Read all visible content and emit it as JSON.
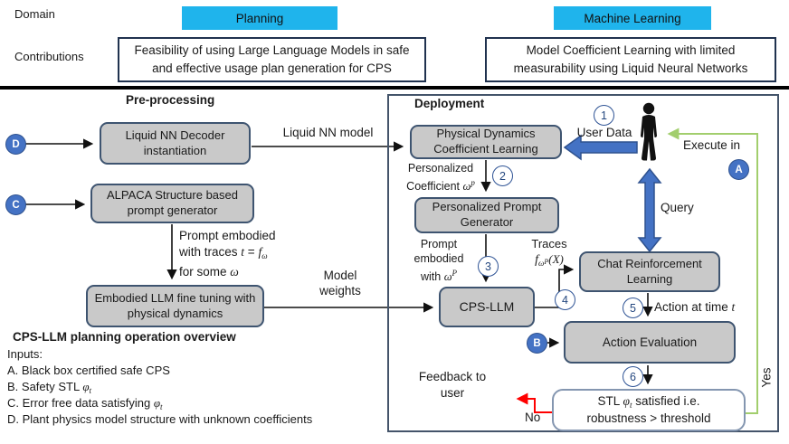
{
  "header": {
    "domain_label": "Domain",
    "contributions_label": "Contributions",
    "domain_planning": "Planning",
    "domain_ml": "Machine Learning",
    "contribution_planning": "Feasibility of using Large Language Models in safe and effective usage plan generation for CPS",
    "contribution_ml": "Model Coefficient Learning with limited measurability using Liquid Neural Networks"
  },
  "colors": {
    "cyan": "#1FB4EC",
    "box_gray": "#C9C9C9",
    "box_border": "#3E5470",
    "accent_blue": "#4472C4",
    "green": "#A2CE6D",
    "red": "#FF0000"
  },
  "preprocessing": {
    "title": "Pre-processing",
    "circle_d": "D",
    "circle_c": "C",
    "decoder_box": "Liquid NN Decoder instantiation",
    "alpaca_box": "ALPACA Structure based prompt generator",
    "embodied_box": "Embodied LLM fine tuning with physical dynamics",
    "liquid_nn_model_label": "Liquid NN model",
    "prompt_line1": "Prompt embodied",
    "prompt_line2_pre": "with traces ",
    "prompt_line2_t": "t",
    "prompt_line2_eq": " = ",
    "prompt_line2_f": "f",
    "prompt_line2_sub": "ω",
    "prompt_line3_pre": "for some ",
    "prompt_line3_omega": "ω",
    "model_weights_line1": "Model",
    "model_weights_line2": "weights"
  },
  "overview": {
    "title": "CPS-LLM planning operation overview",
    "inputs_label": "Inputs:",
    "item_a": "A. Black box certified safe CPS",
    "item_b_pre": "B. Safety STL ",
    "item_b_phi": "φ",
    "item_b_sub": "t",
    "item_c_pre": "C. Error free data satisfying ",
    "item_c_phi": "φ",
    "item_c_sub": "t",
    "item_d": "D. Plant physics model structure with unknown coefficients"
  },
  "deployment": {
    "title": "Deployment",
    "steps": {
      "1": "1",
      "2": "2",
      "3": "3",
      "4": "4",
      "5": "5",
      "6": "6"
    },
    "circle_a": "A",
    "circle_b": "B",
    "physdyn_box": "Physical Dynamics Coefficient Learning",
    "ppg_box": "Personalized Prompt Generator",
    "cpsllm_box": "CPS-LLM",
    "chatrl_box": "Chat Reinforcement Learning",
    "actioneval_box": "Action Evaluation",
    "user_data_label": "User Data",
    "execute_in_label": "Execute in",
    "query_label": "Query",
    "personalized_line1": "Personalized",
    "personalized_line2_pre": "Coefficient ",
    "personalized_omega": "ω",
    "personalized_sup": "p",
    "prompt_w_line1": "Prompt",
    "prompt_w_line2": "embodied",
    "prompt_w_line3_pre": "with ",
    "prompt_w_omega": "ω",
    "prompt_w_sup": "P",
    "traces_line1": "Traces",
    "traces_f": "f",
    "traces_sub_omega": "ω",
    "traces_sub_sup": "P",
    "traces_post": "(X)",
    "action_time_pre": "Action at time ",
    "action_time_t": "t",
    "stl_line1_pre": "STL ",
    "stl_phi": "φ",
    "stl_sub": "t",
    "stl_line1_post": " satisfied i.e.",
    "stl_line2": "robustness > threshold",
    "feedback_line1": "Feedback to",
    "feedback_line2": "user",
    "no_label": "No",
    "yes_label": "Yes"
  }
}
